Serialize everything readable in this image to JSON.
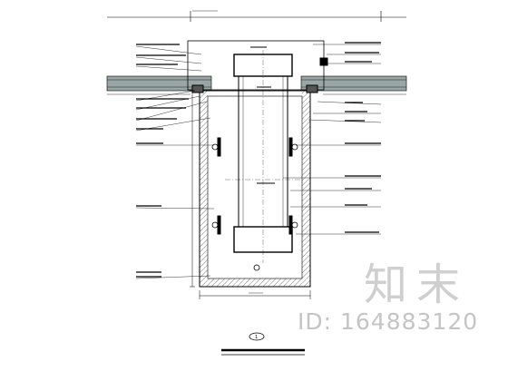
{
  "drawing": {
    "marker_number": "1",
    "line_color": "#000000",
    "glass_fill": "#9aa5a5",
    "hatch": "diagonal"
  },
  "watermark": {
    "logo_text": "知末",
    "id_text": "ID: 164883120",
    "color": "#c8c8c8"
  }
}
